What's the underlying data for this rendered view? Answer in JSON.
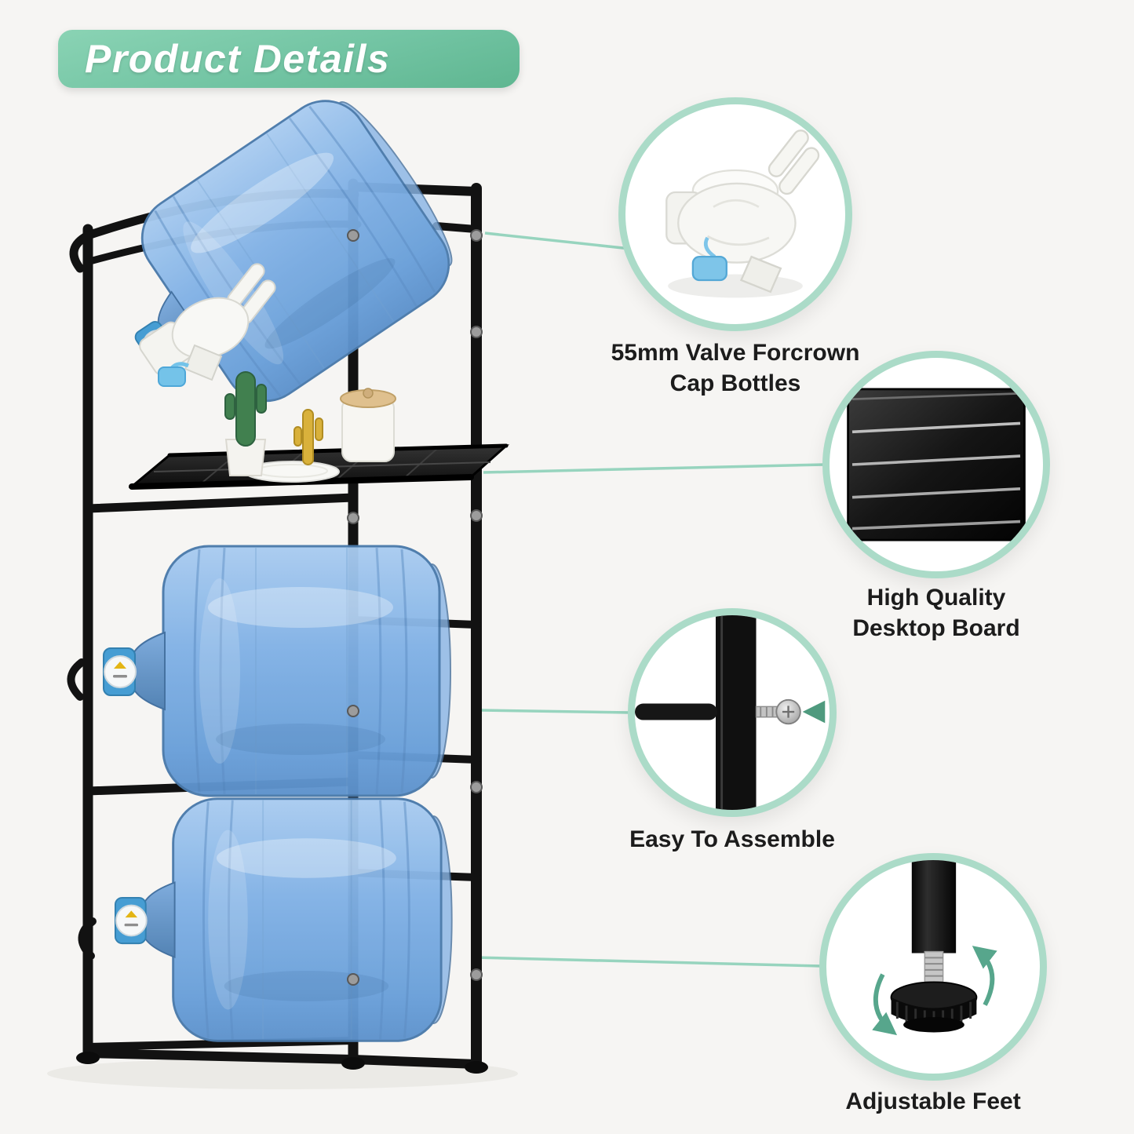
{
  "banner": {
    "title": "Product Details"
  },
  "callouts": [
    {
      "id": "valve",
      "icon": "valve-icon",
      "lines": [
        "55mm Valve Forcrown",
        "Cap Bottles"
      ]
    },
    {
      "id": "desktop-board",
      "icon": "desktop-board-icon",
      "lines": [
        "High Quality",
        "Desktop Board"
      ]
    },
    {
      "id": "easy-assemble",
      "icon": "screw-icon",
      "lines": [
        "Easy To Assemble"
      ]
    },
    {
      "id": "adjustable-feet",
      "icon": "adjustable-foot-icon",
      "lines": [
        "Adjustable Feet"
      ]
    }
  ],
  "colors": {
    "background": "#f6f5f3",
    "banner_green": "#72c4a3",
    "ring_teal": "#abdbc8",
    "connector_teal": "#97d4be",
    "bottle_blue": "#7fb0e4",
    "rack_black": "#121212",
    "label_text": "#1c1c1c"
  }
}
